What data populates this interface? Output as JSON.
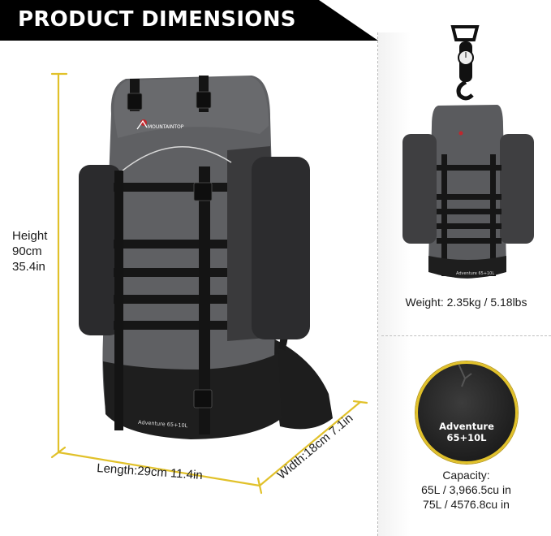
{
  "header": {
    "title": "PRODUCT DIMENSIONS"
  },
  "dimensions": {
    "height": {
      "label": "Height",
      "cm": "90cm",
      "in": "35.4in"
    },
    "length": {
      "text": "Length:29cm 11.4in"
    },
    "width": {
      "text": "Width:18cm 7.1in"
    }
  },
  "product": {
    "brand": "MOUNTAINTOP",
    "model_label": "Adventure 65+10L"
  },
  "weight": {
    "text": "Weight: 2.35kg / 5.18lbs"
  },
  "capacity": {
    "badge_text": "Adventure 65+10L",
    "title": "Capacity:",
    "line1": "65L / 3,966.5cu in",
    "line2": "75L / 4576.8cu in"
  },
  "colors": {
    "banner": "#000000",
    "dimension_line": "#e1c12a",
    "pack_grey": "#5f6063",
    "pack_dark": "#2a2a2a",
    "strap": "#151515",
    "logo_red": "#c0272d"
  },
  "icons": [
    "scale-hook-icon",
    "brand-mountain-logo-icon"
  ]
}
